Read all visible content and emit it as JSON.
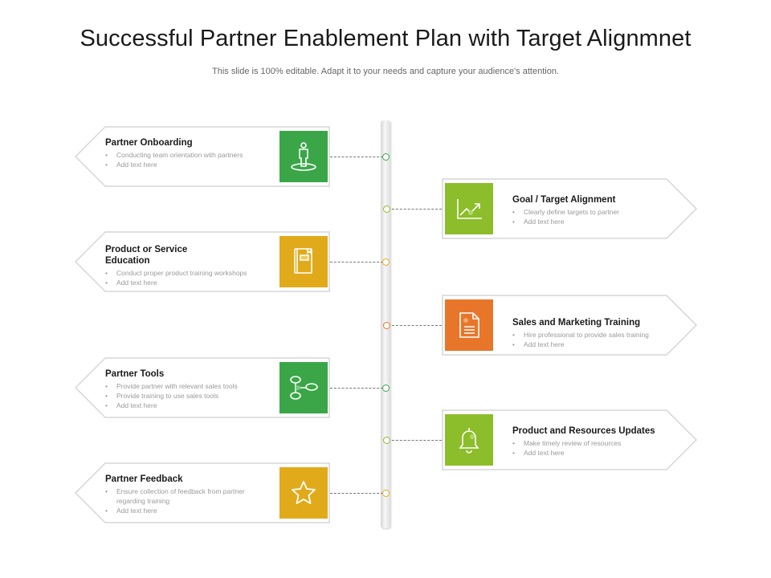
{
  "title": "Successful Partner Enablement Plan with Target Alignmnet",
  "subtitle": "This slide is 100% editable. Adapt it to your needs and capture your audience's attention.",
  "left_items": [
    {
      "heading": "Partner Onboarding",
      "bullets": [
        "Conducting team orientation with partners",
        "Add text here"
      ],
      "icon": "person-on-platform-icon",
      "color": "#3aa648"
    },
    {
      "heading": "Product or Service Education",
      "bullets": [
        "Conduct proper product training workshops",
        "Add text here"
      ],
      "icon": "manual-book-icon",
      "color": "#e0aa1b"
    },
    {
      "heading": "Partner Tools",
      "bullets": [
        "Provide partner with relevant sales tools",
        "Provide training to use sales tools",
        "Add text here"
      ],
      "icon": "flowchart-nodes-icon",
      "color": "#3aa648"
    },
    {
      "heading": "Partner Feedback",
      "bullets": [
        "Ensure collection of feedback from partner regarding training",
        "Add text here"
      ],
      "icon": "star-icon",
      "color": "#e0aa1b"
    }
  ],
  "right_items": [
    {
      "heading": "Goal / Target Alignment",
      "bullets": [
        "Clearly define targets to partner",
        "Add text here"
      ],
      "icon": "growth-chart-icon",
      "color": "#8cbd2a"
    },
    {
      "heading": "Sales and Marketing Training",
      "bullets": [
        "Hire professional to provide sales training",
        "Add text here"
      ],
      "icon": "document-icon",
      "color": "#e8762a"
    },
    {
      "heading": "Product and Resources Updates",
      "bullets": [
        "Make timely review of resources",
        "Add text here"
      ],
      "icon": "bell-icon",
      "color": "#8cbd2a"
    }
  ]
}
